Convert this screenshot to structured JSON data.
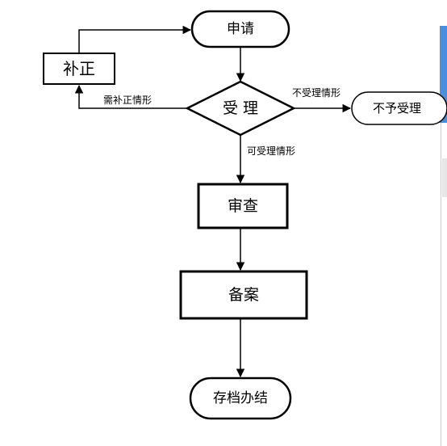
{
  "nodes": {
    "apply": "申请",
    "supplement": "补正",
    "accept": "受 理",
    "reject": "不予受理",
    "review": "审查",
    "record": "备案",
    "archive": "存档办结"
  },
  "edges": {
    "need_supplement": "需补正情形",
    "not_acceptable": "不受理情形",
    "acceptable": "可受理情形"
  },
  "colors": {
    "stroke": "#000000",
    "side_accent": "#4a8fd9"
  }
}
